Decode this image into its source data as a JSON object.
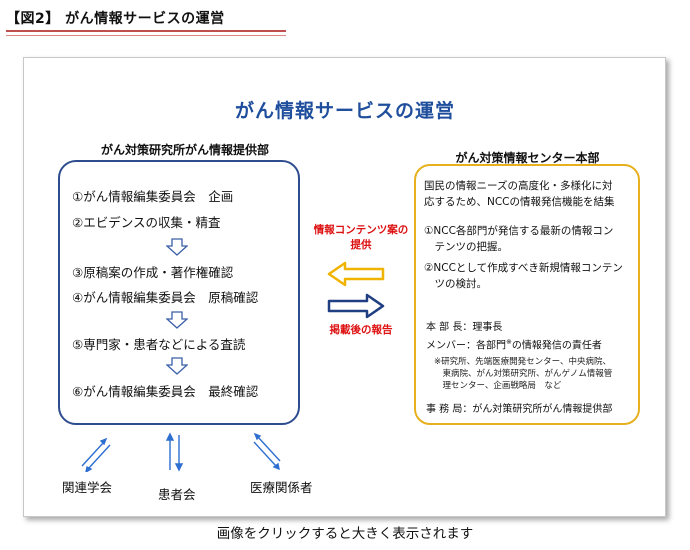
{
  "header": {
    "figure_label": "【図2】 がん情報サービスの運営"
  },
  "diagram": {
    "title": "がん情報サービスの運営",
    "left": {
      "header": "がん対策研究所がん情報提供部",
      "steps": [
        "①がん情報編集委員会　企画",
        "②エビデンスの収集・精査",
        "③原稿案の作成・著作権確認",
        "④がん情報編集委員会　原稿確認",
        "⑤専門家・患者などによる査読",
        "⑥がん情報編集委員会　最終確認"
      ]
    },
    "middle": {
      "top_label_1": "情報コンテンツ案の",
      "top_label_2": "提供",
      "bottom_label": "掲載後の報告"
    },
    "right": {
      "header": "がん対策情報センター本部",
      "intro_1": "国民の情報ニーズの高度化・多様化に対",
      "intro_2": "応するため、NCCの情報発信機能を結集",
      "item1_1": "①NCC各部門が発信する最新の情報コン",
      "item1_2": "　テンツの把握。",
      "item2_1": "②NCCとして作成すべき新規情報コンテン",
      "item2_2": "　ツの検討。",
      "head_label": "本 部 長：",
      "head_value": "理事長",
      "member_label": "メンバー：",
      "member_value": "各部門",
      "member_mark": "※",
      "member_suffix": "の情報発信の責任者",
      "note_1": "※研究所、先端医療開発センター、中央病院、",
      "note_2": "　東病院、がん対策研究所、がんゲノム情報管",
      "note_3": "　理センター、企画戦略局　など",
      "office_label": "事 務 局：",
      "office_value": "がん対策研究所がん情報提供部"
    },
    "stakeholders": [
      "関連学会",
      "患者会",
      "医療関係者"
    ]
  },
  "caption": "画像をクリックすると大きく表示されます",
  "colors": {
    "navy": "#2e4d8f",
    "gold": "#e6b01e",
    "red": "#d11111",
    "title_blue": "#1f4e9c"
  }
}
